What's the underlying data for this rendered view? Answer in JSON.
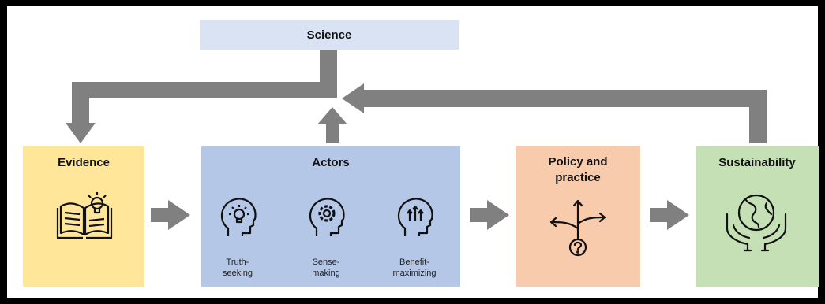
{
  "science": {
    "label": "Science"
  },
  "evidence": {
    "label": "Evidence"
  },
  "actors": {
    "label": "Actors",
    "items": [
      {
        "label": "Truth-\nseeking",
        "icon": "head-lightbulb-icon"
      },
      {
        "label": "Sense-\nmaking",
        "icon": "head-gear-icon"
      },
      {
        "label": "Benefit-\nmaximizing",
        "icon": "head-arrows-up-icon"
      }
    ]
  },
  "policy": {
    "label": "Policy and\npractice"
  },
  "sustainability": {
    "label": "Sustainability"
  },
  "colors": {
    "science": "#dae3f3",
    "evidence": "#ffe699",
    "actors": "#b4c7e7",
    "policy": "#f8cbad",
    "sustainability": "#c5e0b4",
    "arrow": "#808080"
  }
}
